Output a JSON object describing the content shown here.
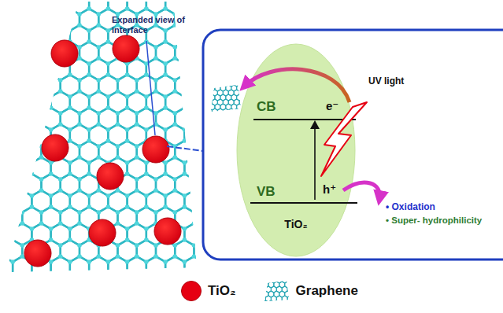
{
  "diagram": {
    "nodes": [
      {
        "text": [
          "TiO₂"
        ]
      }
    ],
    "labels": [
      "Expanded view of interface",
      "CB",
      "e⁻",
      "UV light",
      "VB",
      "h⁺",
      "• Oxidation",
      "• Super- hydrophilicity"
    ],
    "legend": [
      {
        "text": "TiO₂",
        "color": "#e60012"
      },
      {
        "text": "Graphene"
      }
    ]
  }
}
